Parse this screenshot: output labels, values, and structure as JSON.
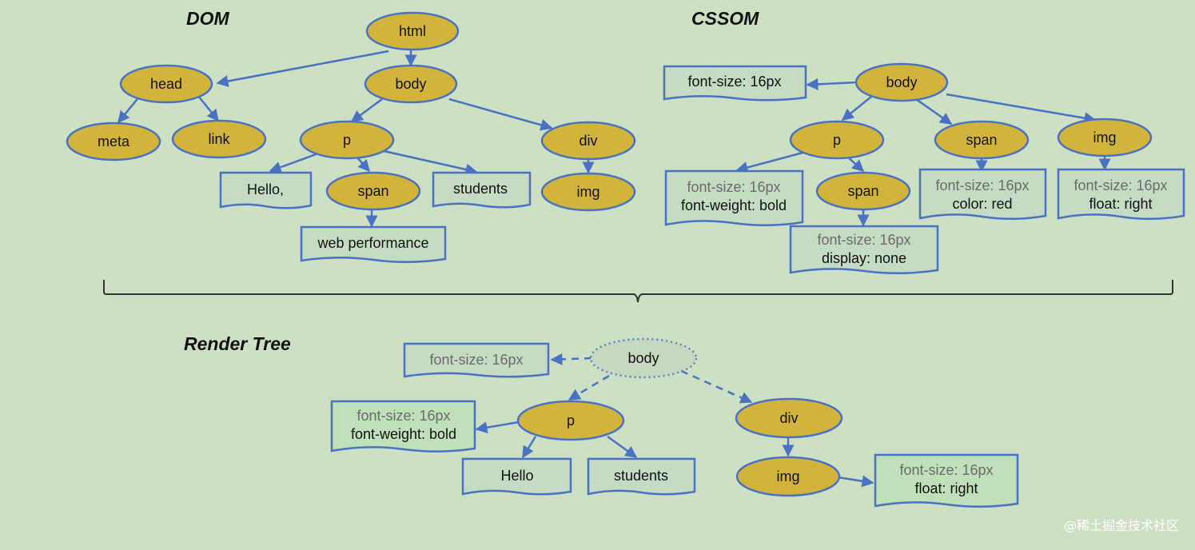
{
  "sections": {
    "dom": "DOM",
    "cssom": "CSSOM",
    "render_tree": "Render Tree"
  },
  "dom": {
    "html": "html",
    "head": "head",
    "body": "body",
    "meta": "meta",
    "link": "link",
    "p": "p",
    "div": "div",
    "hello": "Hello,",
    "span": "span",
    "students": "students",
    "img": "img",
    "web_performance": "web performance"
  },
  "cssom": {
    "body": "body",
    "body_style": "font-size: 16px",
    "p": "p",
    "p_style_inherited": "font-size: 16px",
    "p_style": "font-weight: bold",
    "span": "span",
    "span_style_inherited": "font-size: 16px",
    "span_style": "color: red",
    "img": "img",
    "img_style_inherited": "font-size: 16px",
    "img_style": "float: right",
    "nested_span": "span",
    "nested_span_style_inherited": "font-size: 16px",
    "nested_span_style": "display: none"
  },
  "render": {
    "body": "body",
    "body_style": "font-size: 16px",
    "p": "p",
    "p_style_inherited": "font-size: 16px",
    "p_style": "font-weight: bold",
    "div": "div",
    "hello": "Hello",
    "students": "students",
    "img": "img",
    "img_style_inherited": "font-size: 16px",
    "img_style": "float: right"
  },
  "watermark": "@稀土掘金技术社区"
}
